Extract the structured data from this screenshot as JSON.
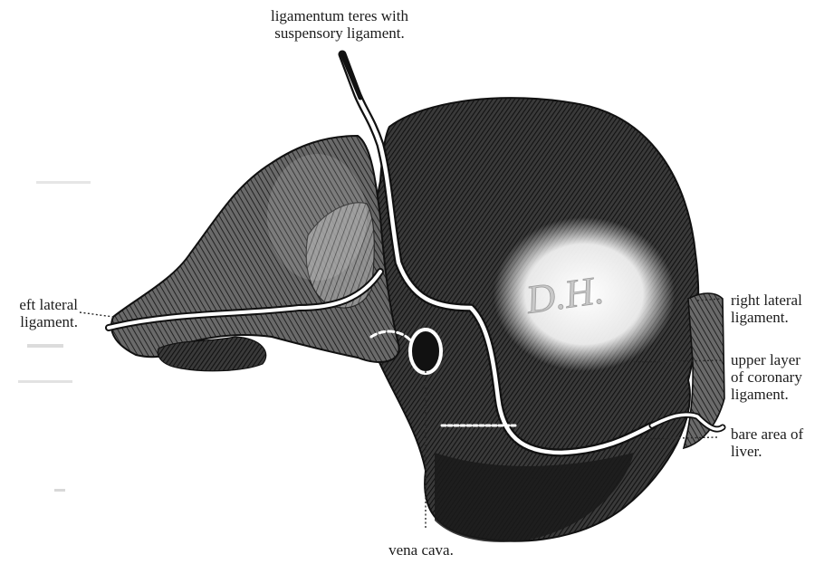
{
  "figure": {
    "stamp_text": "D.H.",
    "labels": {
      "ligamentum_teres": {
        "line1": "ligamentum teres with",
        "line2": "suspensory ligament."
      },
      "left_lateral": {
        "line1": "eft lateral",
        "line2": "ligament."
      },
      "right_lateral": {
        "line1": "right lateral",
        "line2": "ligament."
      },
      "coronary": {
        "line1": "upper layer",
        "line2": "of coronary",
        "line3": "ligament."
      },
      "bare_area": {
        "line1": "bare area of",
        "line2": "liver."
      },
      "vena_cava": {
        "line1": "vena cava."
      }
    }
  }
}
